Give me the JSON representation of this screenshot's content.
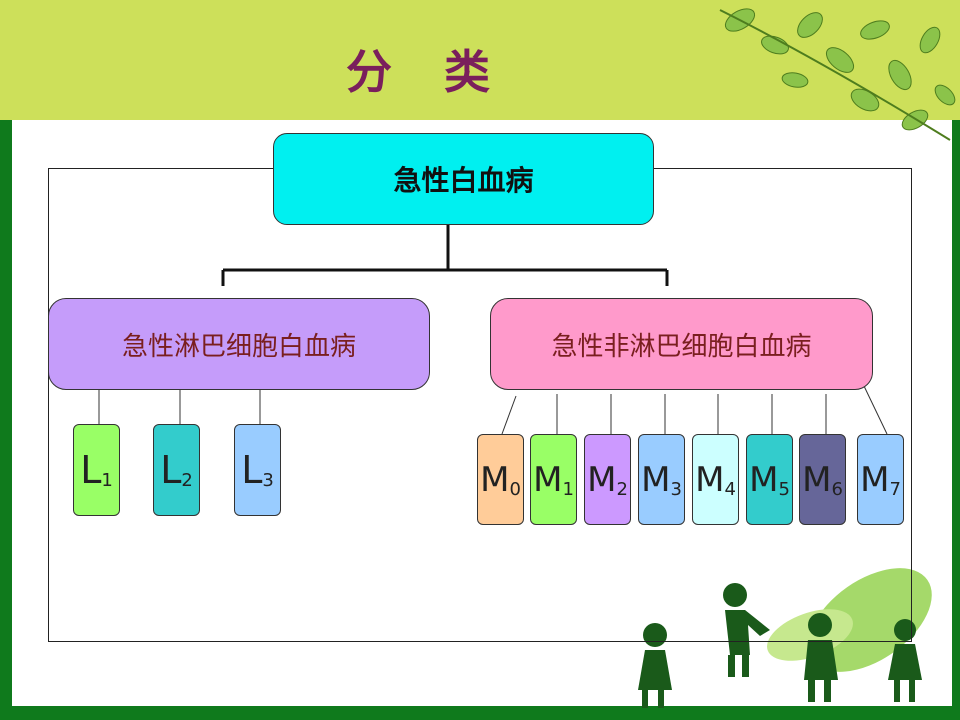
{
  "title": "分 类",
  "root": "急性白血病",
  "left_branch": "急性淋巴细胞白血病",
  "right_branch": "急性非淋巴细胞白血病",
  "l_items": [
    {
      "main": "L",
      "sub": "1",
      "color": "#99ff66"
    },
    {
      "main": "L",
      "sub": "2",
      "color": "#33cccc"
    },
    {
      "main": "L",
      "sub": "3",
      "color": "#99ccff"
    }
  ],
  "m_items": [
    {
      "main": "M",
      "sub": "0",
      "color": "#ffcc99"
    },
    {
      "main": "M",
      "sub": "1",
      "color": "#99ff66"
    },
    {
      "main": "M",
      "sub": "2",
      "color": "#cc99ff"
    },
    {
      "main": "M",
      "sub": "3",
      "color": "#99ccff"
    },
    {
      "main": "M",
      "sub": "4",
      "color": "#ccffff"
    },
    {
      "main": "M",
      "sub": "5",
      "color": "#33cccc"
    },
    {
      "main": "M",
      "sub": "6",
      "color": "#666699"
    },
    {
      "main": "M",
      "sub": "7",
      "color": "#99ccff"
    }
  ],
  "colors": {
    "band": "#cde05a",
    "frame_green": "#0f7a1c",
    "title": "#7a1f5c"
  }
}
